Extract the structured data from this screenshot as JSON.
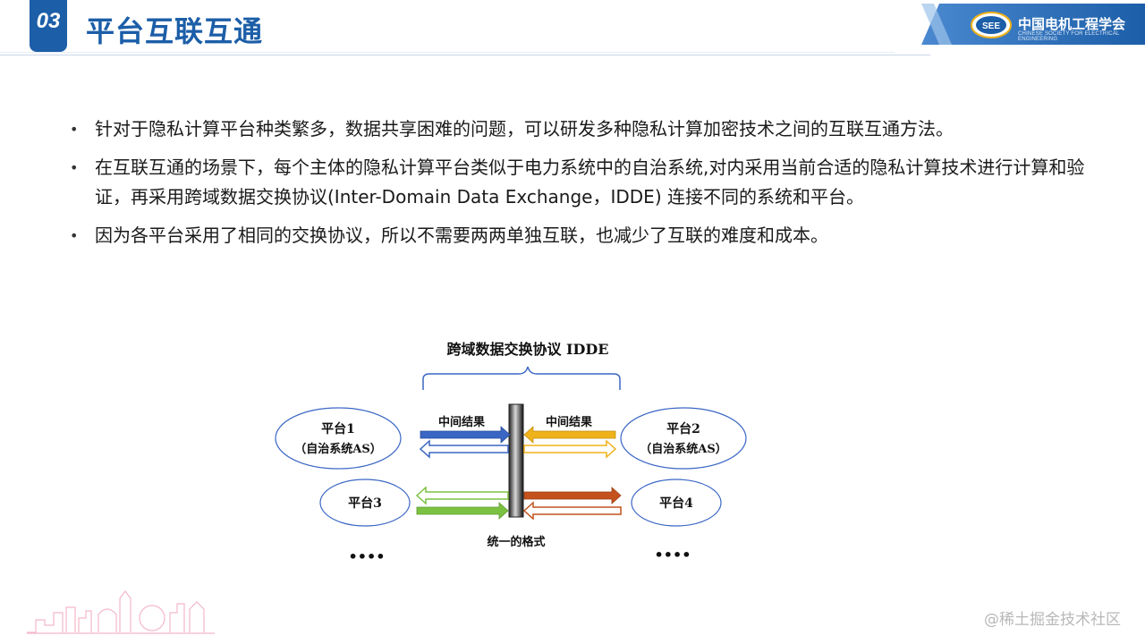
{
  "header": {
    "section_number": "03",
    "title": "平台互联互通",
    "org_name": "中国电机工程学会",
    "org_english": "CHINESE SOCIETY FOR ELECTRICAL ENGINEERING",
    "logo_abbr": "SEE",
    "brand_color": "#1c5ea8"
  },
  "bullets": [
    "针对于隐私计算平台种类繁多，数据共享困难的问题，可以研发多种隐私计算加密技术之间的互联互通方法。",
    "在互联互通的场景下，每个主体的隐私计算平台类似于电力系统中的自治系统,对内采用当前合适的隐私计算技术进行计算和验证，再采用跨域数据交换协议(Inter-Domain Data Exchange，IDDE) 连接不同的系统和平台。",
    "因为各平台采用了相同的交换协议，所以不需要两两单独互联，也减少了互联的难度和成本。"
  ],
  "diagram": {
    "title": "跨域数据交换协议 IDDE",
    "left_result_label": "中间结果",
    "right_result_label": "中间结果",
    "platform1_line1": "平台1",
    "platform1_line2": "（自治系统AS）",
    "platform2_line1": "平台2",
    "platform2_line2": "（自治系统AS）",
    "platform3": "平台3",
    "platform4": "平台4",
    "center_label": "统一的格式",
    "left_dots": "••••",
    "right_dots": "••••",
    "colors": {
      "blue_arrow": "#3a66c4",
      "yellow_arrow": "#f0b21a",
      "green_arrow": "#7cc242",
      "red_arrow": "#c4521c"
    }
  },
  "watermark": "@稀土掘金技术社区"
}
